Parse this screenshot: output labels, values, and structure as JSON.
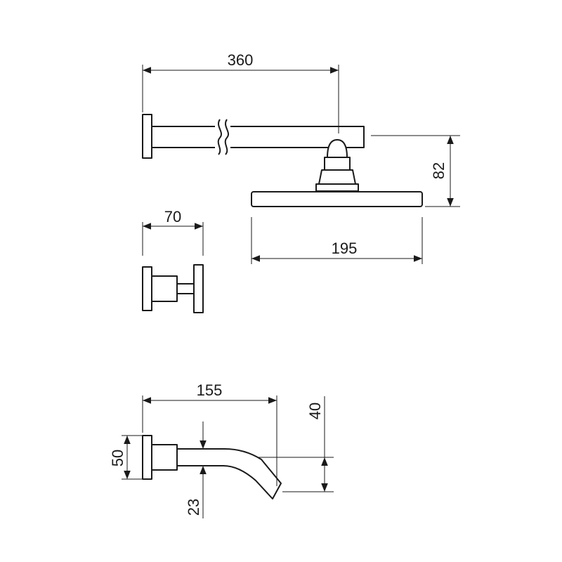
{
  "colors": {
    "line": "#1a1a1a",
    "background": "#ffffff"
  },
  "dimensions": {
    "arm_length": "360",
    "head_height": "82",
    "head_width": "195",
    "valve_depth": "70",
    "spout_length": "155",
    "spout_plate_height": "50",
    "spout_outlet_drop": "40",
    "spout_axis_height": "23"
  }
}
